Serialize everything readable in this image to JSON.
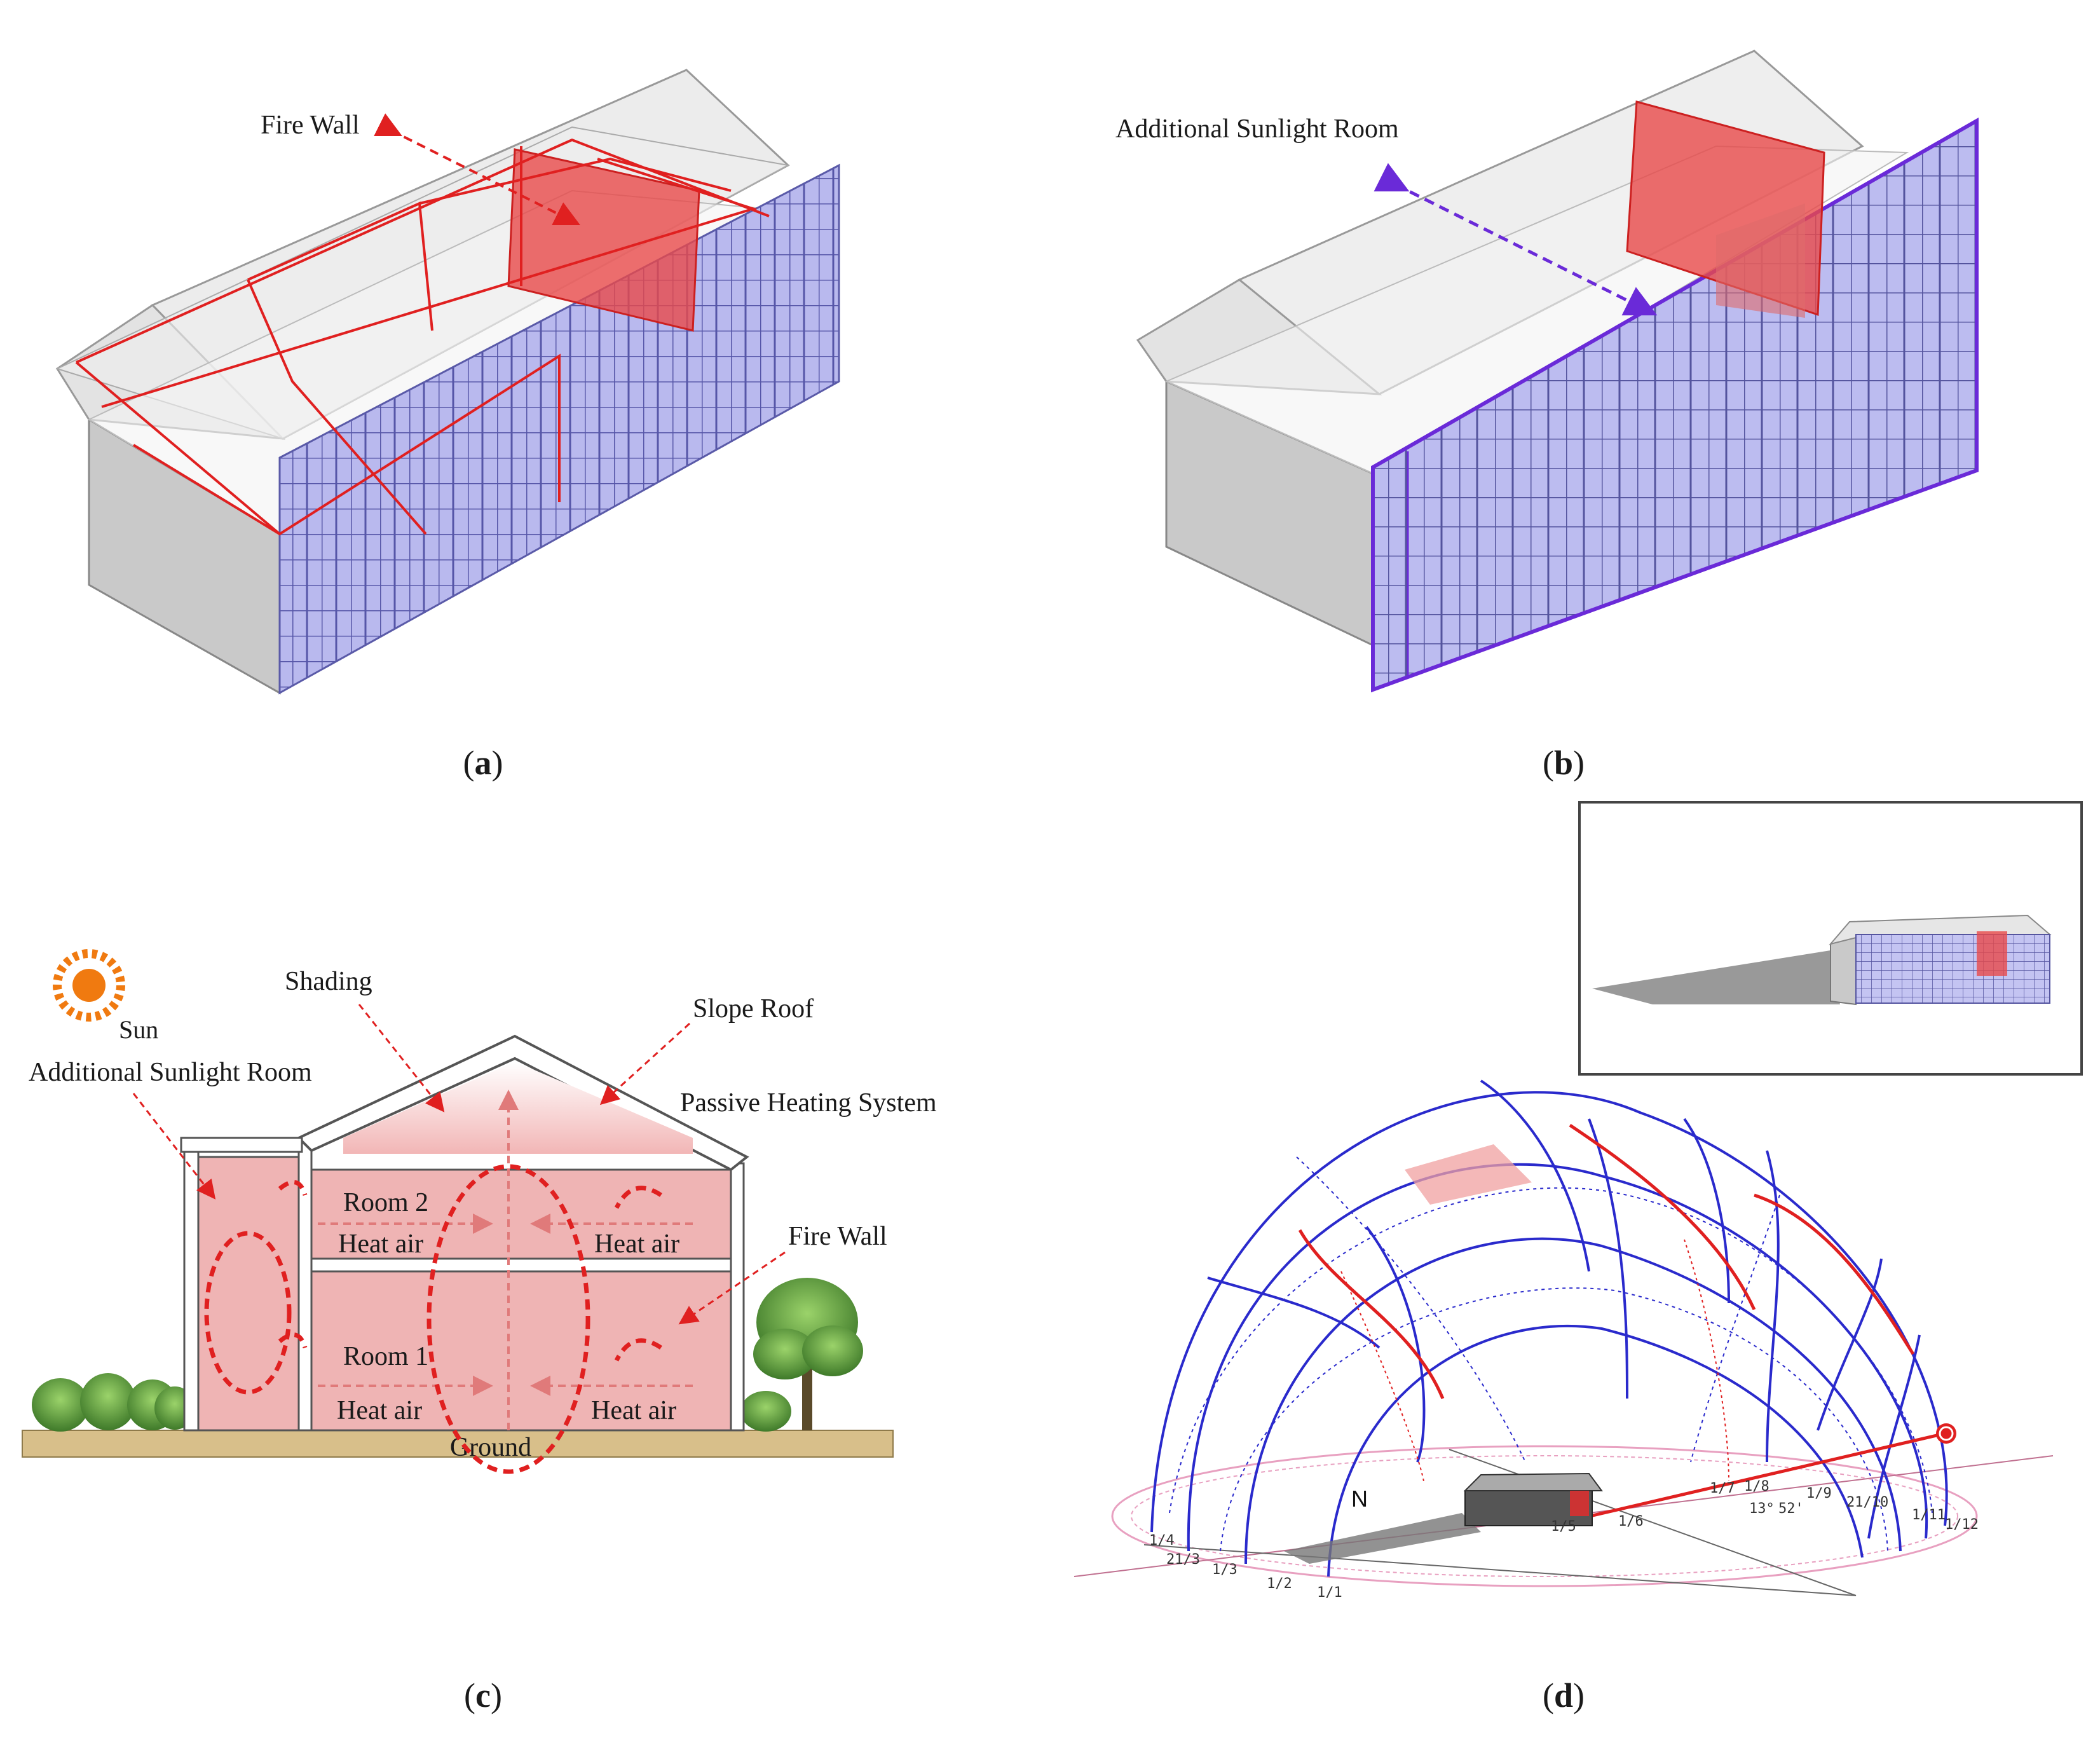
{
  "panels": {
    "a": {
      "caption_letter": "a",
      "label_fire_wall": "Fire Wall"
    },
    "b": {
      "caption_letter": "b",
      "label_sunlight_room": "Additional Sunlight Room"
    },
    "c": {
      "caption_letter": "c",
      "label_sun": "Sun",
      "label_shading": "Shading",
      "label_slope_roof": "Slope Roof",
      "label_sunlight_room": "Additional Sunlight Room",
      "label_passive_heating": "Passive Heating System",
      "label_room2": "Room 2",
      "label_room1": "Room 1",
      "label_heat_air": "Heat air",
      "label_fire_wall": "Fire Wall",
      "label_ground": "Ground"
    },
    "d": {
      "caption_letter": "d",
      "label_north": "N",
      "ticks": [
        "1/1",
        "1/2",
        "1/3",
        "21/3",
        "1/4",
        "1/5",
        "1/6",
        "1/7",
        "1/8",
        "1/9",
        "21/10",
        "1/11",
        "1/12",
        "13°",
        "52'"
      ]
    }
  },
  "colors": {
    "red": "#e02020",
    "red_fill": "#e84a4a",
    "blue": "#2a2acc",
    "lavender": "#b8b8ec",
    "pink_fill": "#efb4b4",
    "ground": "#d8bf8a",
    "sun": "#f07a10"
  }
}
